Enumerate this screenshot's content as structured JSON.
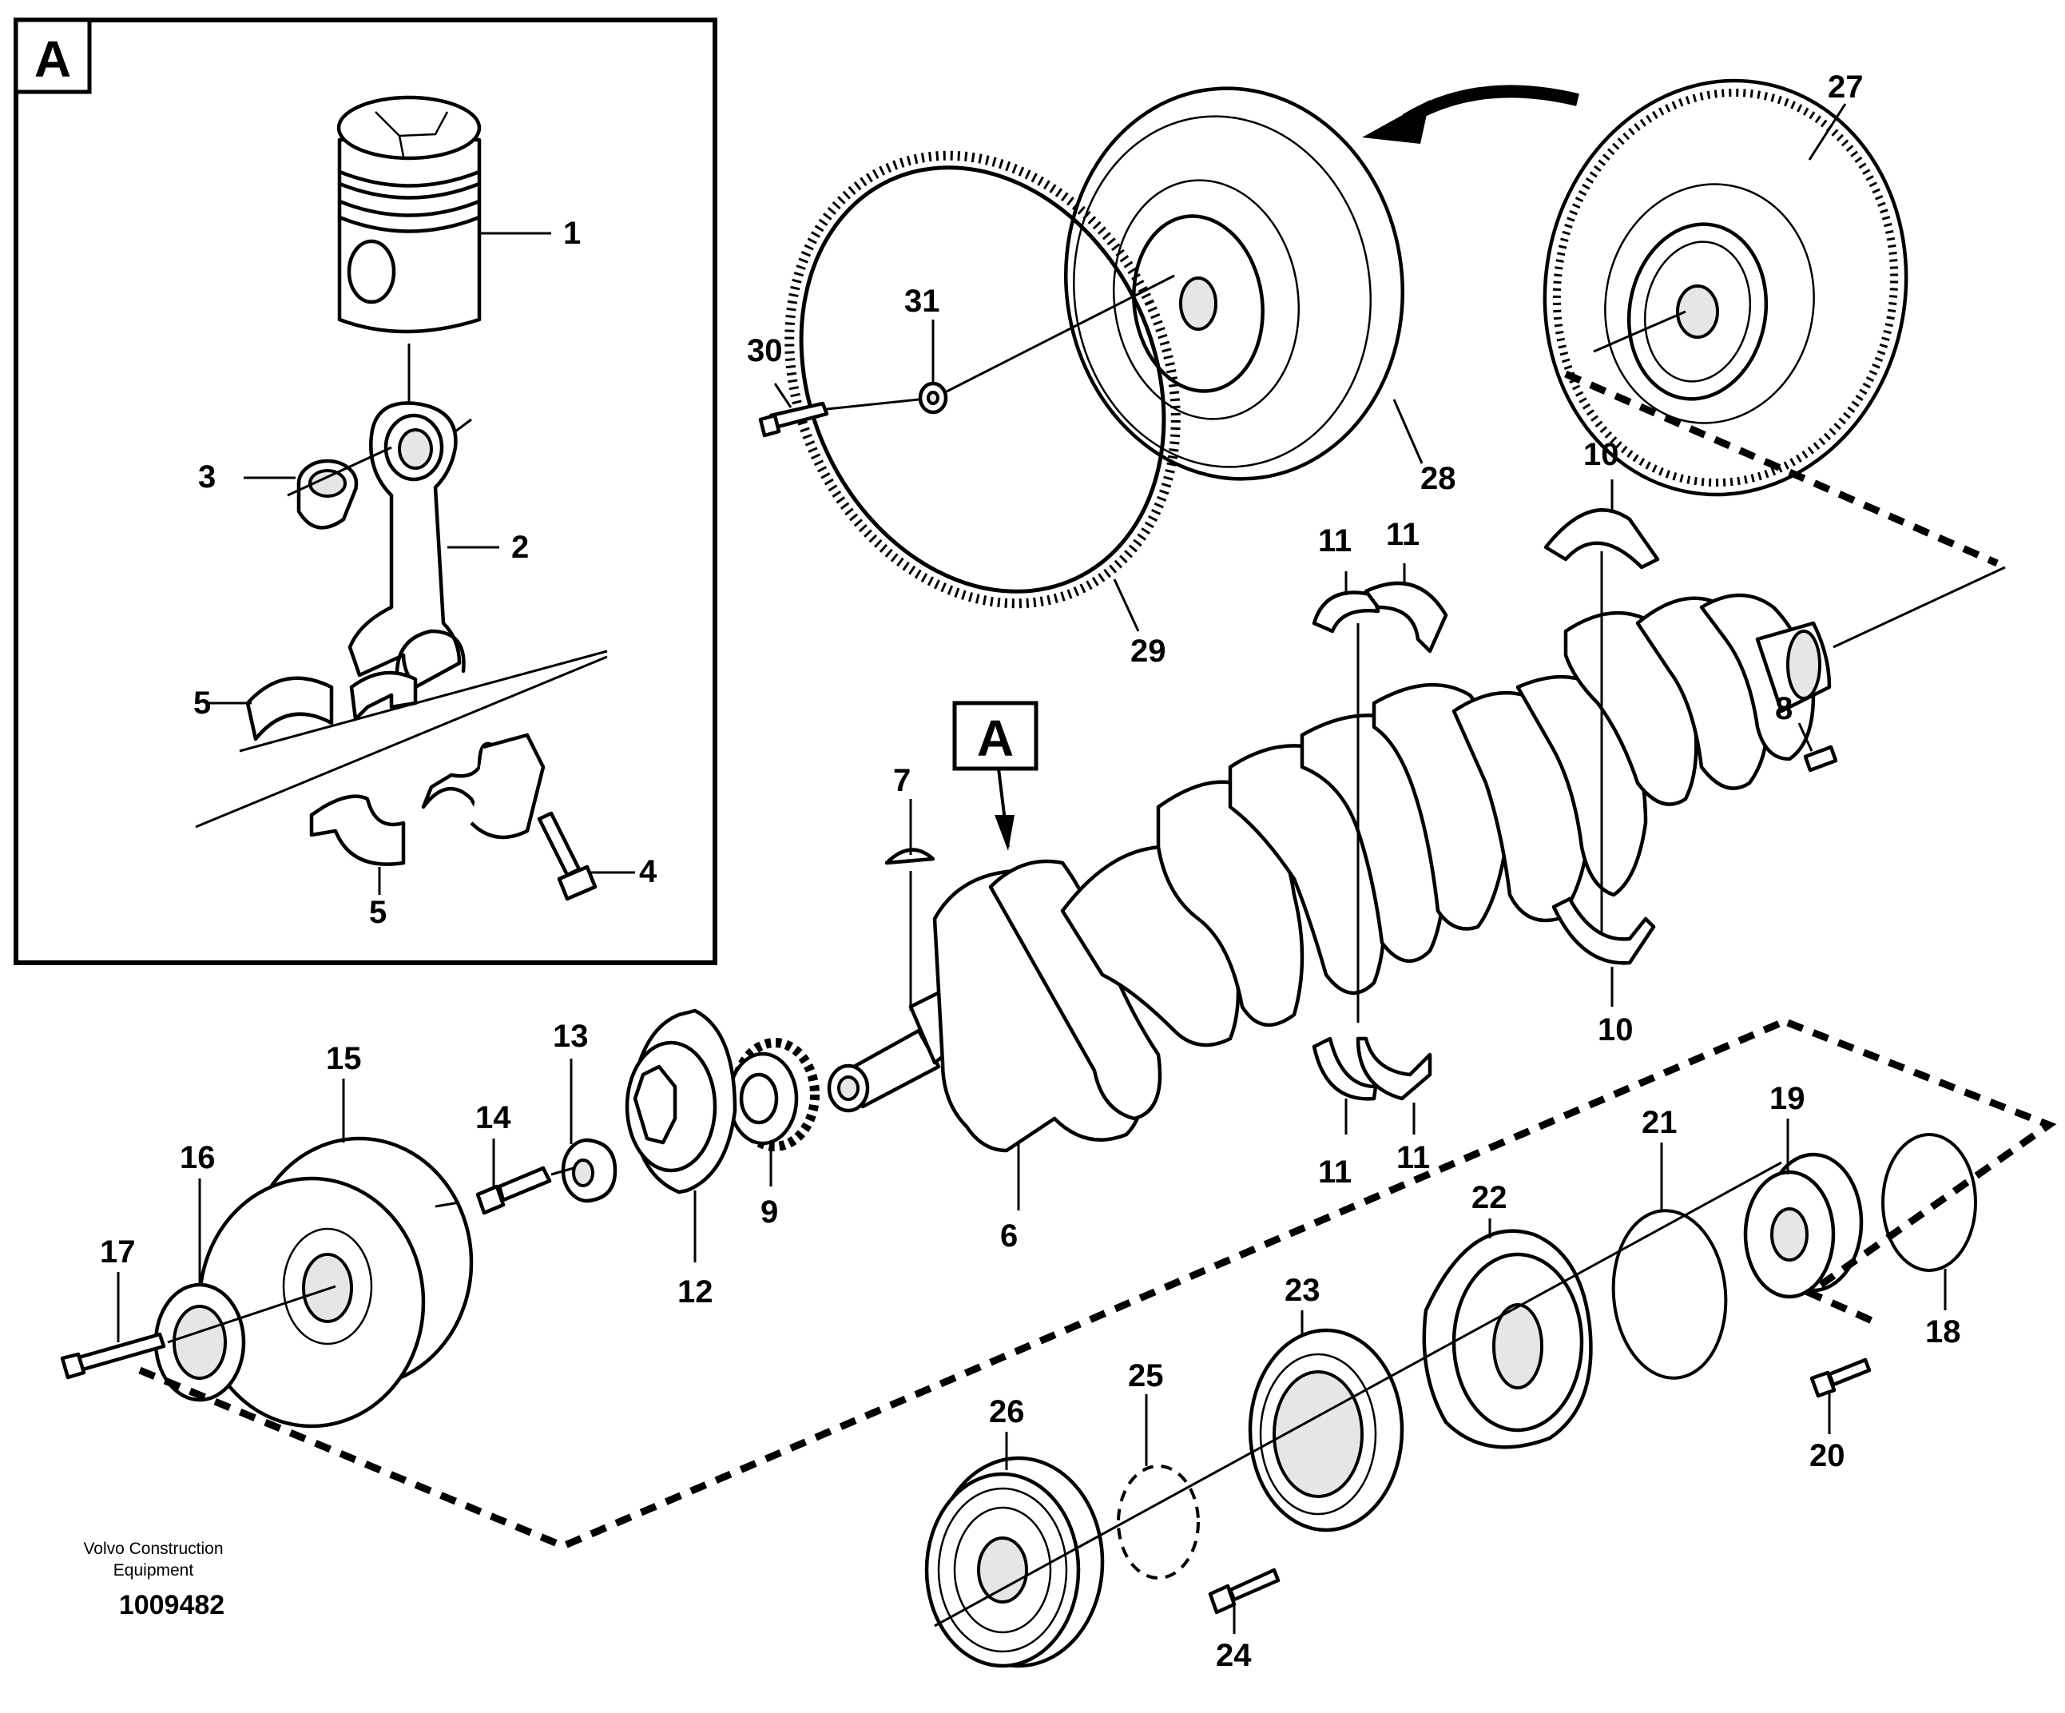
{
  "inset": {
    "letter": "A"
  },
  "crank_marker": {
    "letter": "A"
  },
  "brand": {
    "line1": "Volvo Construction",
    "line2": "Equipment"
  },
  "drawing_number": "1009482",
  "labels": {
    "1": "1",
    "2": "2",
    "3": "3",
    "4": "4",
    "5a": "5",
    "5b": "5",
    "6": "6",
    "7": "7",
    "8": "8",
    "9": "9",
    "10a": "10",
    "10b": "10",
    "11a": "11",
    "11b": "11",
    "11c": "11",
    "11d": "11",
    "12": "12",
    "13": "13",
    "14": "14",
    "15": "15",
    "16": "16",
    "17": "17",
    "18": "18",
    "19": "19",
    "20": "20",
    "21": "21",
    "22": "22",
    "23": "23",
    "24": "24",
    "25": "25",
    "26": "26",
    "27": "27",
    "28": "28",
    "29": "29",
    "30": "30",
    "31": "31"
  }
}
